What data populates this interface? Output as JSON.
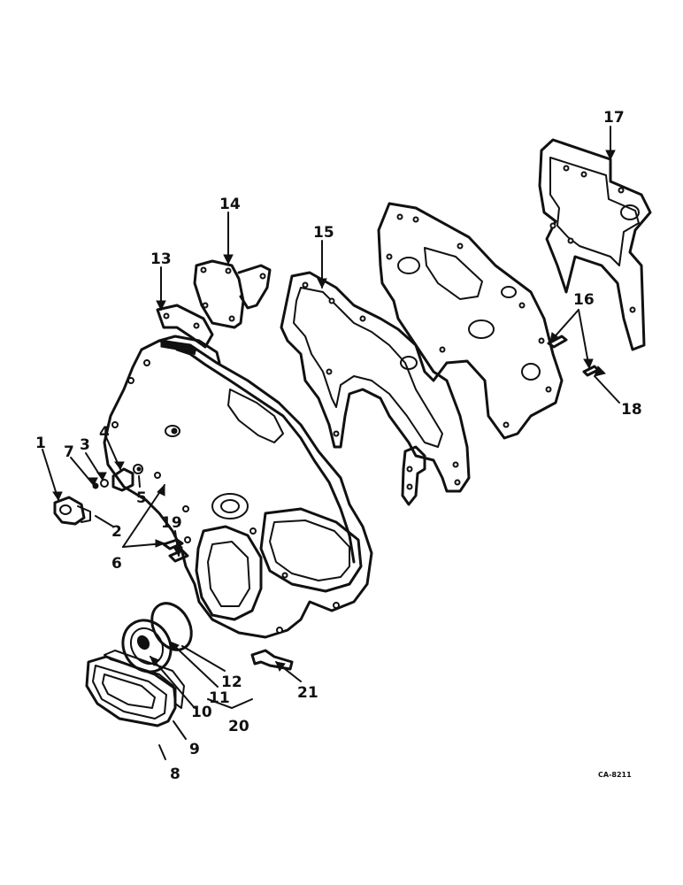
{
  "callouts": {
    "c1": "1",
    "c2": "2",
    "c3": "3",
    "c4": "4",
    "c5": "5",
    "c6": "6",
    "c7": "7",
    "c8": "8",
    "c9": "9",
    "c10": "10",
    "c11": "11",
    "c12": "12",
    "c13": "13",
    "c14": "14",
    "c15": "15",
    "c16": "16",
    "c17": "17",
    "c18": "18",
    "c19": "19",
    "c20": "20",
    "c21": "21"
  },
  "figure_code": "CA-8211"
}
